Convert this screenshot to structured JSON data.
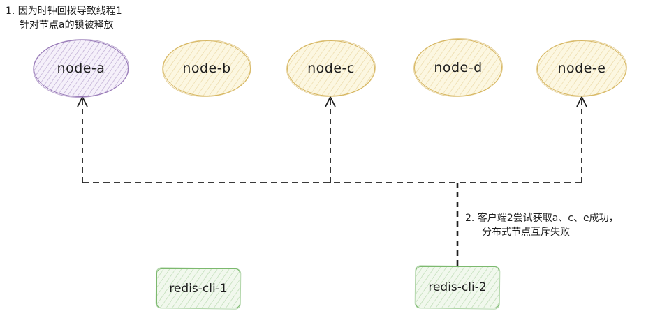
{
  "diagram": {
    "nodes": [
      {
        "label": "node-a"
      },
      {
        "label": "node-b"
      },
      {
        "label": "node-c"
      },
      {
        "label": "node-d"
      },
      {
        "label": "node-e"
      }
    ],
    "clients": [
      {
        "label": "redis-cli-1"
      },
      {
        "label": "redis-cli-2"
      }
    ],
    "annotations": {
      "note1_line1": "1. 因为时钟回拨导致线程1",
      "note1_line2": "针对节点a的锁被释放",
      "note2_line1": "2. 客户端2尝试获取a、c、e成功，",
      "note2_line2": "分布式节点互斥失败"
    },
    "edges": {
      "from": "redis-cli-2",
      "to": [
        "node-a",
        "node-c",
        "node-e"
      ],
      "style": "dashed-arrow"
    },
    "colors": {
      "node_a_stroke": "#9577b6",
      "node_a_fill": "#f5f0fa",
      "node_yellow_stroke": "#d6b55e",
      "node_yellow_fill": "#fcf7e1",
      "client_stroke": "#7cb96e",
      "client_fill": "#f1f8ed",
      "arrow": "#1e1e1e",
      "text": "#1e1e1e"
    }
  }
}
